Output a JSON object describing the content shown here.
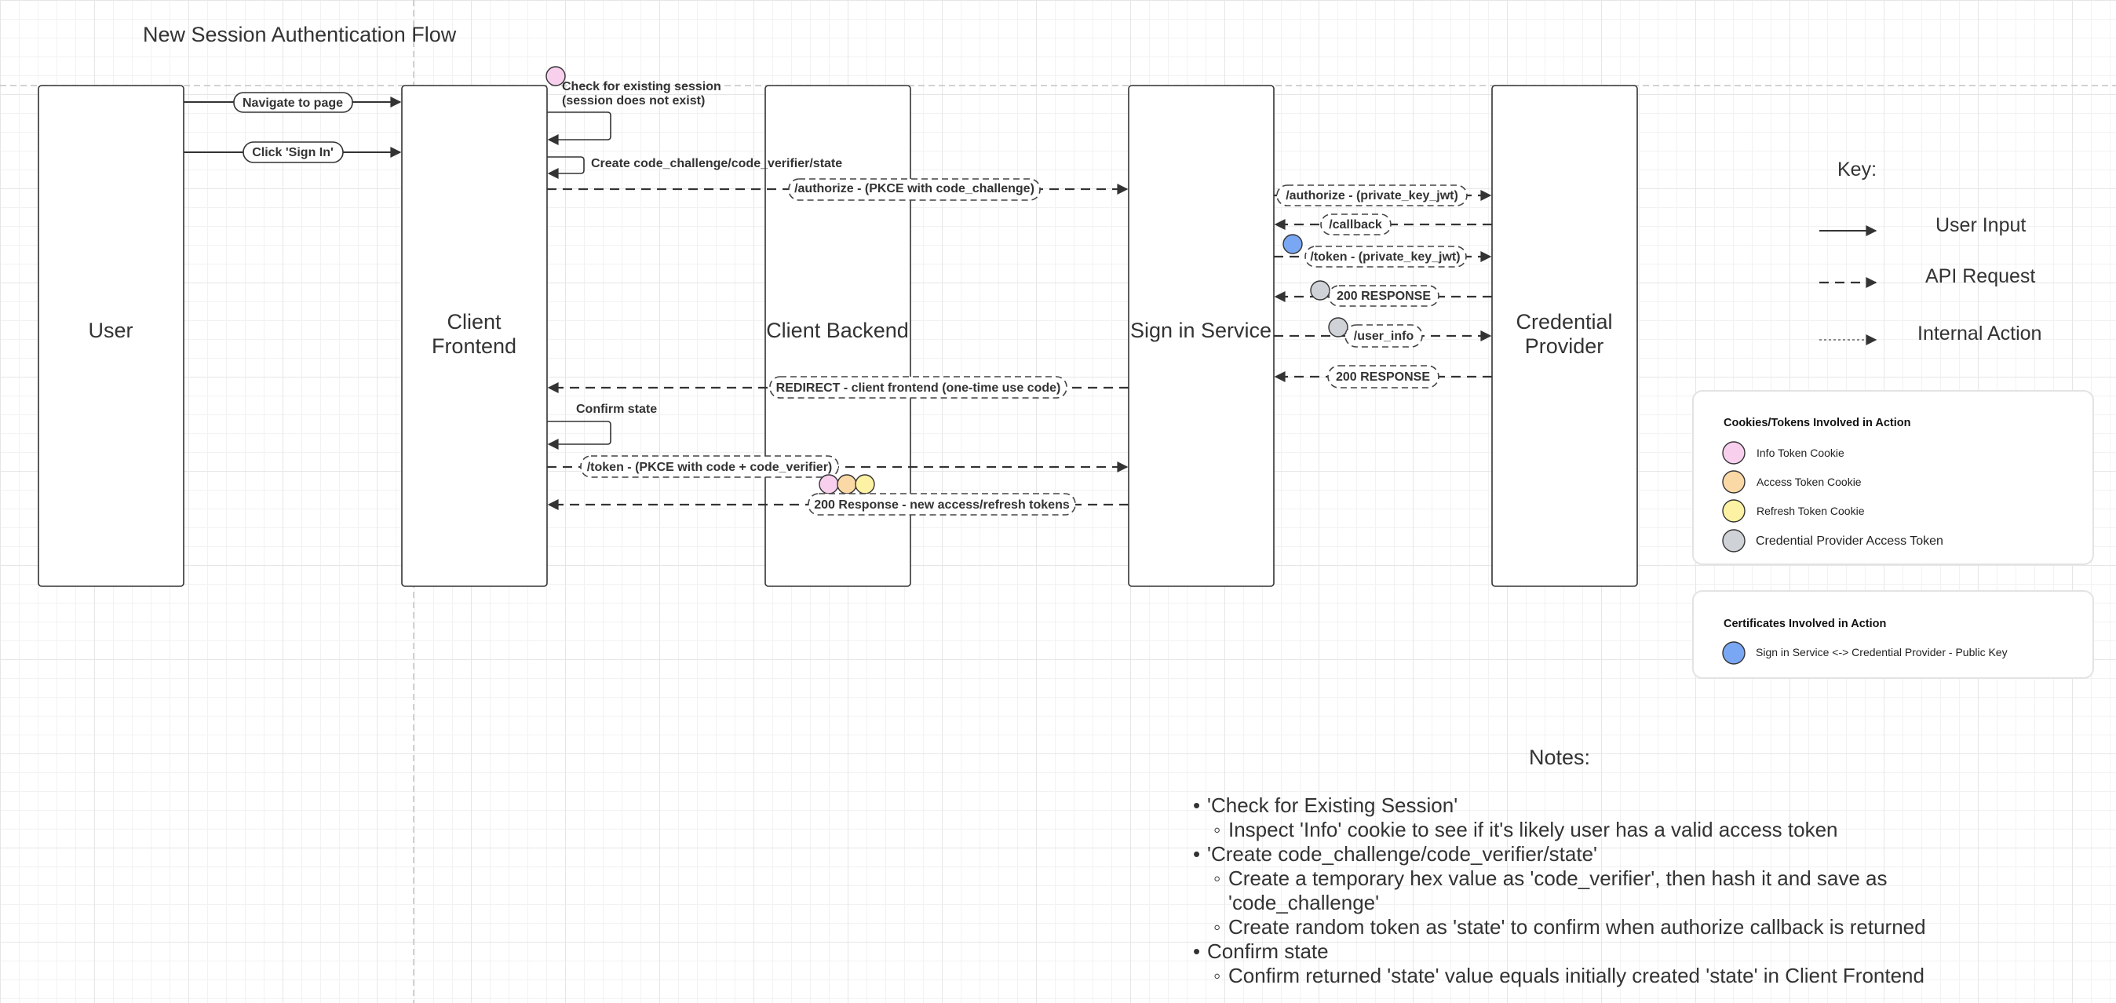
{
  "title": "New Session Authentication Flow",
  "lifelines": {
    "user": "User",
    "client_frontend_1": "Client",
    "client_frontend_2": "Frontend",
    "client_backend": "Client Backend",
    "sign_in_service": "Sign in Service",
    "credential_provider_1": "Credential",
    "credential_provider_2": "Provider"
  },
  "messages": {
    "navigate": "Navigate to page",
    "click_sign_in": "Click 'Sign In'",
    "check_session_1": "Check for existing session",
    "check_session_2": "(session does not exist)",
    "create_code": "Create code_challenge/code_verifier/state",
    "authorize_pkce": "/authorize - (PKCE with code_challenge)",
    "authorize_jwt": "/authorize - (private_key_jwt)",
    "callback": "/callback",
    "token_jwt": "/token - (private_key_jwt)",
    "response_200_a": "200 RESPONSE",
    "user_info": "/user_info",
    "response_200_b": "200 RESPONSE",
    "redirect": "REDIRECT - client frontend (one-time use code)",
    "confirm_state": "Confirm state",
    "token_pkce": "/token - (PKCE with code + code_verifier)",
    "response_tokens": "200 Response - new access/refresh tokens"
  },
  "key": {
    "title": "Key:",
    "user_input": "User Input",
    "api_request": "API Request",
    "internal_action": "Internal Action"
  },
  "cookies_panel": {
    "title": "Cookies/Tokens Involved in Action",
    "items": [
      "Info Token Cookie",
      "Access Token Cookie",
      "Refresh Token Cookie",
      "Credential Provider Access Token"
    ],
    "colors": [
      "#f8d0ee",
      "#fbd9a6",
      "#fdf2a3",
      "#cfd3d8"
    ]
  },
  "certs_panel": {
    "title": "Certificates Involved in Action",
    "items": [
      "Sign in Service <-> Credential Provider - Public Key"
    ],
    "colors": [
      "#7aa7f3"
    ]
  },
  "notes": {
    "title": "Notes:",
    "items": [
      {
        "text": "'Check for Existing Session'",
        "sub": [
          "Inspect 'Info' cookie to see if it's likely user has a valid access token"
        ]
      },
      {
        "text": "'Create code_challenge/code_verifier/state'",
        "sub": [
          "Create a temporary hex value as 'code_verifier', then hash it and save as 'code_challenge'",
          "Create random token as 'state' to confirm when authorize callback is returned"
        ]
      },
      {
        "text": "Confirm state",
        "sub": [
          "Confirm returned 'state' value equals initially created 'state' in Client Frontend"
        ]
      }
    ]
  }
}
